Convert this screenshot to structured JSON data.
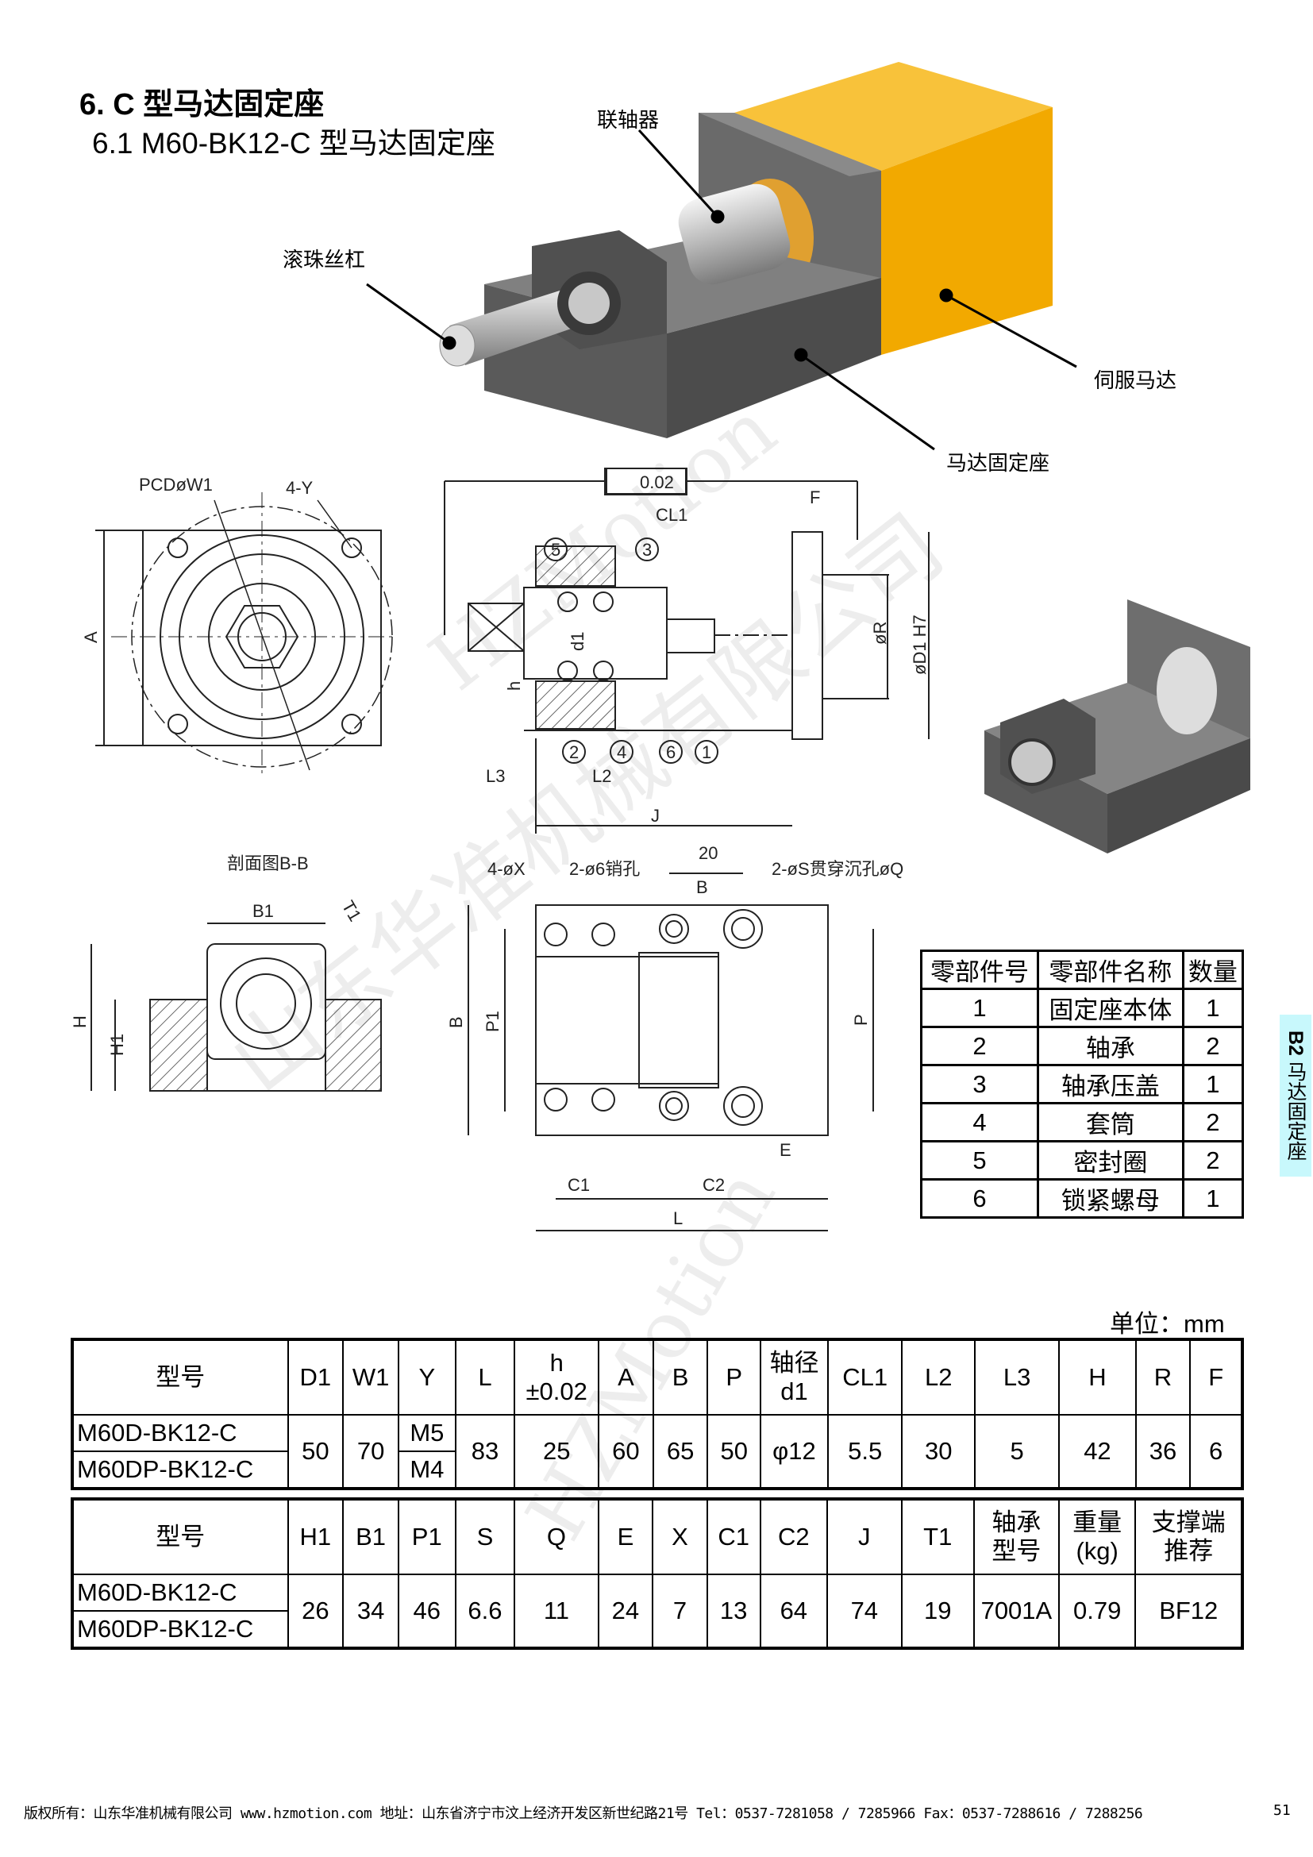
{
  "header": {
    "title": "6. C 型马达固定座",
    "subtitle": "6.1 M60-BK12-C 型马达固定座"
  },
  "illustration_callouts": {
    "coupling": "联轴器",
    "ball_screw": "滚珠丝杠",
    "servo_motor": "伺服马达",
    "motor_mount": "马达固定座"
  },
  "drawing_labels": {
    "pcd": "PCDøW1",
    "four_y": "4-Y",
    "a": "A",
    "tolerance": "0.02",
    "cl1": "CL1",
    "f": "F",
    "r": "øR",
    "d1h7": "øD1 H7",
    "d1": "d1",
    "h": "h",
    "l3": "L3",
    "l2": "L2",
    "j": "J",
    "balloons": [
      "5",
      "3",
      "2",
      "4",
      "6",
      "1"
    ],
    "section": "剖面图B-B",
    "b1": "B1",
    "t1": "T1",
    "hh": "H",
    "h1": "H1",
    "four_x": "4-øX",
    "pin_holes": "2-ø6销孔",
    "twenty": "20",
    "b_mark": "B",
    "counterbore": "2-øS贯穿沉孔øQ",
    "b": "B",
    "p1": "P1",
    "p": "P",
    "e": "E",
    "c1": "C1",
    "c2": "C2",
    "l": "L"
  },
  "parts_table": {
    "headers": [
      "零部件号",
      "零部件名称",
      "数量"
    ],
    "rows": [
      [
        "1",
        "固定座本体",
        "1"
      ],
      [
        "2",
        "轴承",
        "2"
      ],
      [
        "3",
        "轴承压盖",
        "1"
      ],
      [
        "4",
        "套筒",
        "2"
      ],
      [
        "5",
        "密封圈",
        "2"
      ],
      [
        "6",
        "锁紧螺母",
        "1"
      ]
    ]
  },
  "side_tab": {
    "code": "B2",
    "label": "马达固定座"
  },
  "unit": "单位：mm",
  "spec_table_1": {
    "headers": [
      "型号",
      "D1",
      "W1",
      "Y",
      "L",
      "h\n±0.02",
      "A",
      "B",
      "P",
      "轴径\nd1",
      "CL1",
      "L2",
      "L3",
      "H",
      "R",
      "F"
    ],
    "models": [
      "M60D-BK12-C",
      "M60DP-BK12-C"
    ],
    "y_values": [
      "M5",
      "M4"
    ],
    "values": {
      "D1": "50",
      "W1": "70",
      "L": "83",
      "h": "25",
      "A": "60",
      "B": "65",
      "P": "50",
      "d1": "φ12",
      "CL1": "5.5",
      "L2": "30",
      "L3": "5",
      "H": "42",
      "R": "36",
      "F": "6"
    }
  },
  "spec_table_2": {
    "headers": [
      "型号",
      "H1",
      "B1",
      "P1",
      "S",
      "Q",
      "E",
      "X",
      "C1",
      "C2",
      "J",
      "T1",
      "轴承\n型号",
      "重量\n(kg)",
      "支撑端\n推荐"
    ],
    "models": [
      "M60D-BK12-C",
      "M60DP-BK12-C"
    ],
    "values": [
      "26",
      "34",
      "46",
      "6.6",
      "11",
      "24",
      "7",
      "13",
      "64",
      "74",
      "19",
      "7001A",
      "0.79",
      "BF12"
    ]
  },
  "watermarks": [
    "山东华准机械有限公司",
    "HZMotion"
  ],
  "footer": {
    "text": "版权所有：山东华准机械有限公司 www.hzmotion.com 地址：山东省济宁市汶上经济开发区新世纪路21号 Tel：0537-7281058 / 7285966 Fax：0537-7288616 / 7288256",
    "page": "51"
  },
  "colors": {
    "motor": "#f2a900",
    "metal": "#5e5e5e",
    "side_tab": "#c8f8fc"
  }
}
